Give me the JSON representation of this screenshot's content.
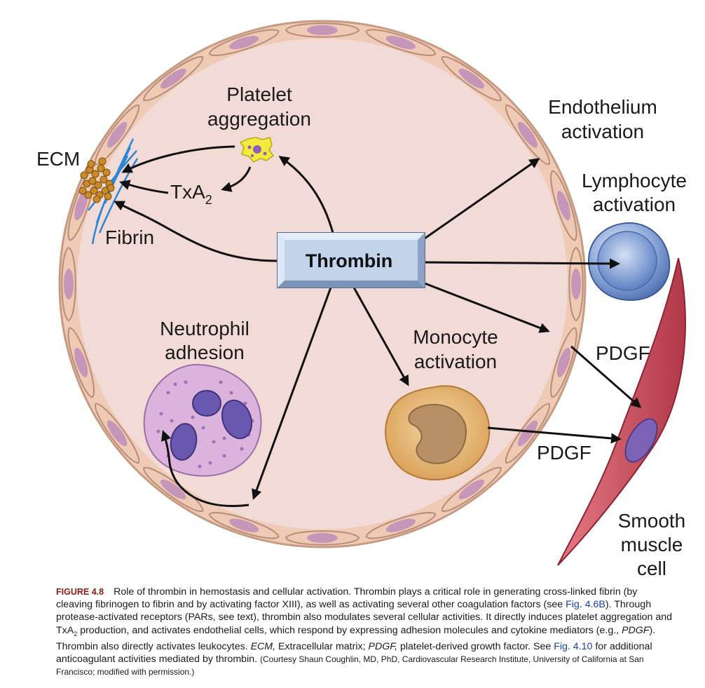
{
  "diagram": {
    "center_label": "Thrombin",
    "labels": {
      "platelet": [
        "Platelet",
        "aggregation"
      ],
      "ecm": "ECM",
      "txa_base": "TxA",
      "txa_sub": "2",
      "fibrin": "Fibrin",
      "endothelium": [
        "Endothelium",
        "activation"
      ],
      "lymphocyte": [
        "Lymphocyte",
        "activation"
      ],
      "neutrophil": [
        "Neutrophil",
        "adhesion"
      ],
      "monocyte": [
        "Monocyte",
        "activation"
      ],
      "pdgf_upper": "PDGF",
      "pdgf_lower": "PDGF",
      "smooth_muscle": [
        "Smooth",
        "muscle",
        "cell"
      ]
    },
    "colors": {
      "vessel_fill": "#f2dad6",
      "endothelial_cell": "#eec9b4",
      "endothelial_nucleus": "#c596b8",
      "thrombin_box": "#c3d4ea",
      "platelet": "#f2ea3c",
      "fibrin": "#2b86d6",
      "lymphocyte": "#7e9fd6",
      "neutrophil": "#d8acd8",
      "monocyte": "#e4b472",
      "smooth_muscle": "#cc5060"
    }
  },
  "caption": {
    "figure_label": "FIGURE 4.8",
    "t1": "Role of thrombin in hemostasis and cellular activation. Thrombin plays a critical role in generating cross-linked fibrin (by cleaving fibrinogen to fibrin and by activating factor XIII), as well as activating several other coagulation factors (see ",
    "link1": "Fig. 4.6B",
    "t2": "). Through protease-activated receptors (PARs, see text), thrombin also modulates several cellular activities. It directly induces platelet aggregation and TxA",
    "sub2": "2",
    "t3": " production, and activates endothelial cells, which respond by expressing adhesion molecules and cytokine mediators (e.g., ",
    "i1": "PDGF",
    "t4": "). Thrombin also directly activates leukocytes. ",
    "i2": "ECM,",
    "t5": " Extracellular matrix; ",
    "i3": "PDGF,",
    "t6": " platelet-derived growth factor. See ",
    "link2": "Fig. 4.10",
    "t7": " for additional anticoagulant activities mediated by thrombin. ",
    "credit": "(Courtesy Shaun Coughlin, MD, PhD, Cardiovascular Research Institute, University of California at San Francisco; modified with permission.)"
  }
}
